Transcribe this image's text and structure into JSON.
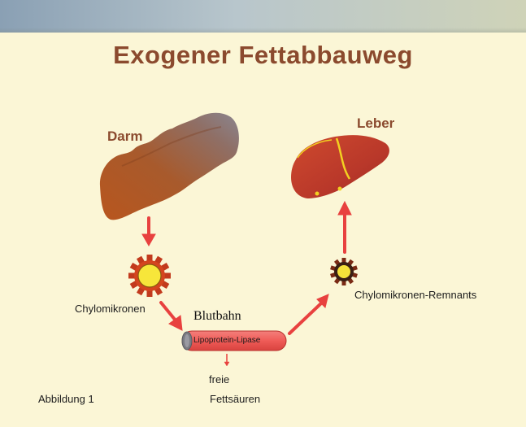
{
  "title": "Exogener Fettabbauweg",
  "organs": {
    "intestine": "Darm",
    "liver": "Leber"
  },
  "particles": {
    "chylomicron": "Chylomikronen",
    "remnant": "Chylomikronen-Remnants"
  },
  "bloodstream": {
    "label": "Blutbahn",
    "enzyme": "Lipoprotein-Lipase"
  },
  "products": {
    "line1": "freie",
    "line2": "Fettsäuren"
  },
  "figure_caption": "Abbildung 1",
  "colors": {
    "title": "#8b4a2e",
    "arrow": "#e8413f",
    "background": "#fbf6d6"
  }
}
